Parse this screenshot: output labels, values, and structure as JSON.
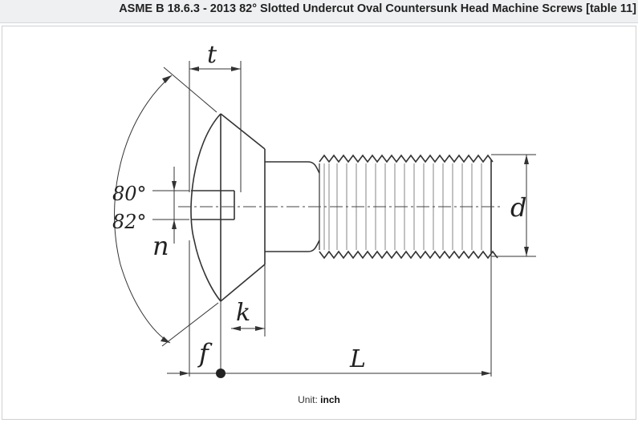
{
  "title": "ASME B 18.6.3 - 2013 82° Slotted Undercut Oval Countersunk Head Machine Screws [table 11]",
  "diagram": {
    "labels": {
      "t": "t",
      "angle1": "80°",
      "angle2": "82°",
      "n": "n",
      "d": "d",
      "k": "k",
      "f": "f",
      "L": "L"
    }
  },
  "unit": {
    "label": "Unit:",
    "value": "inch"
  }
}
